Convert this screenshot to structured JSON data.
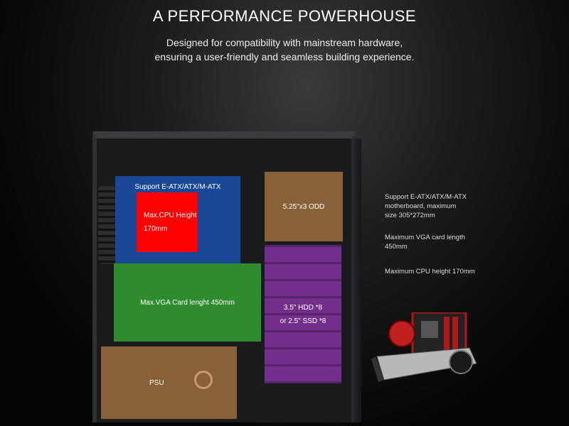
{
  "header": {
    "title": "A PERFORMANCE POWERHOUSE",
    "subtitle_line1": "Designed for compatibility with mainstream hardware,",
    "subtitle_line2": "ensuring a user-friendly and seamless building experience."
  },
  "case_diagram": {
    "motherboard_label": "Support E-ATX/ATX/M-ATX",
    "cpu_label_line1": "Max.CPU Height",
    "cpu_label_line2": "170mm",
    "vga_label": "Max.VGA Card lenght 450mm",
    "odd_label": "5.25\"x3 ODD",
    "hdd_label_line1": "3.5\" HDD *8",
    "hdd_label_line2": "or 2.5\" SSD *8",
    "psu_label": "PSU",
    "colors": {
      "motherboard": "#1950aa",
      "cpu": "#ff0000",
      "vga": "#32a032",
      "odd": "#96693c",
      "hdd": "#8232a0",
      "psu": "#96693c"
    }
  },
  "specs": [
    {
      "line1": "Support E-ATX/ATX/M-ATX",
      "line2": "motherboard, maximum",
      "line3": "size 305*272mm"
    },
    {
      "line1": "Maximum VGA card length",
      "line2": "450mm"
    },
    {
      "line1": "Maximum CPU height 170mm"
    }
  ]
}
